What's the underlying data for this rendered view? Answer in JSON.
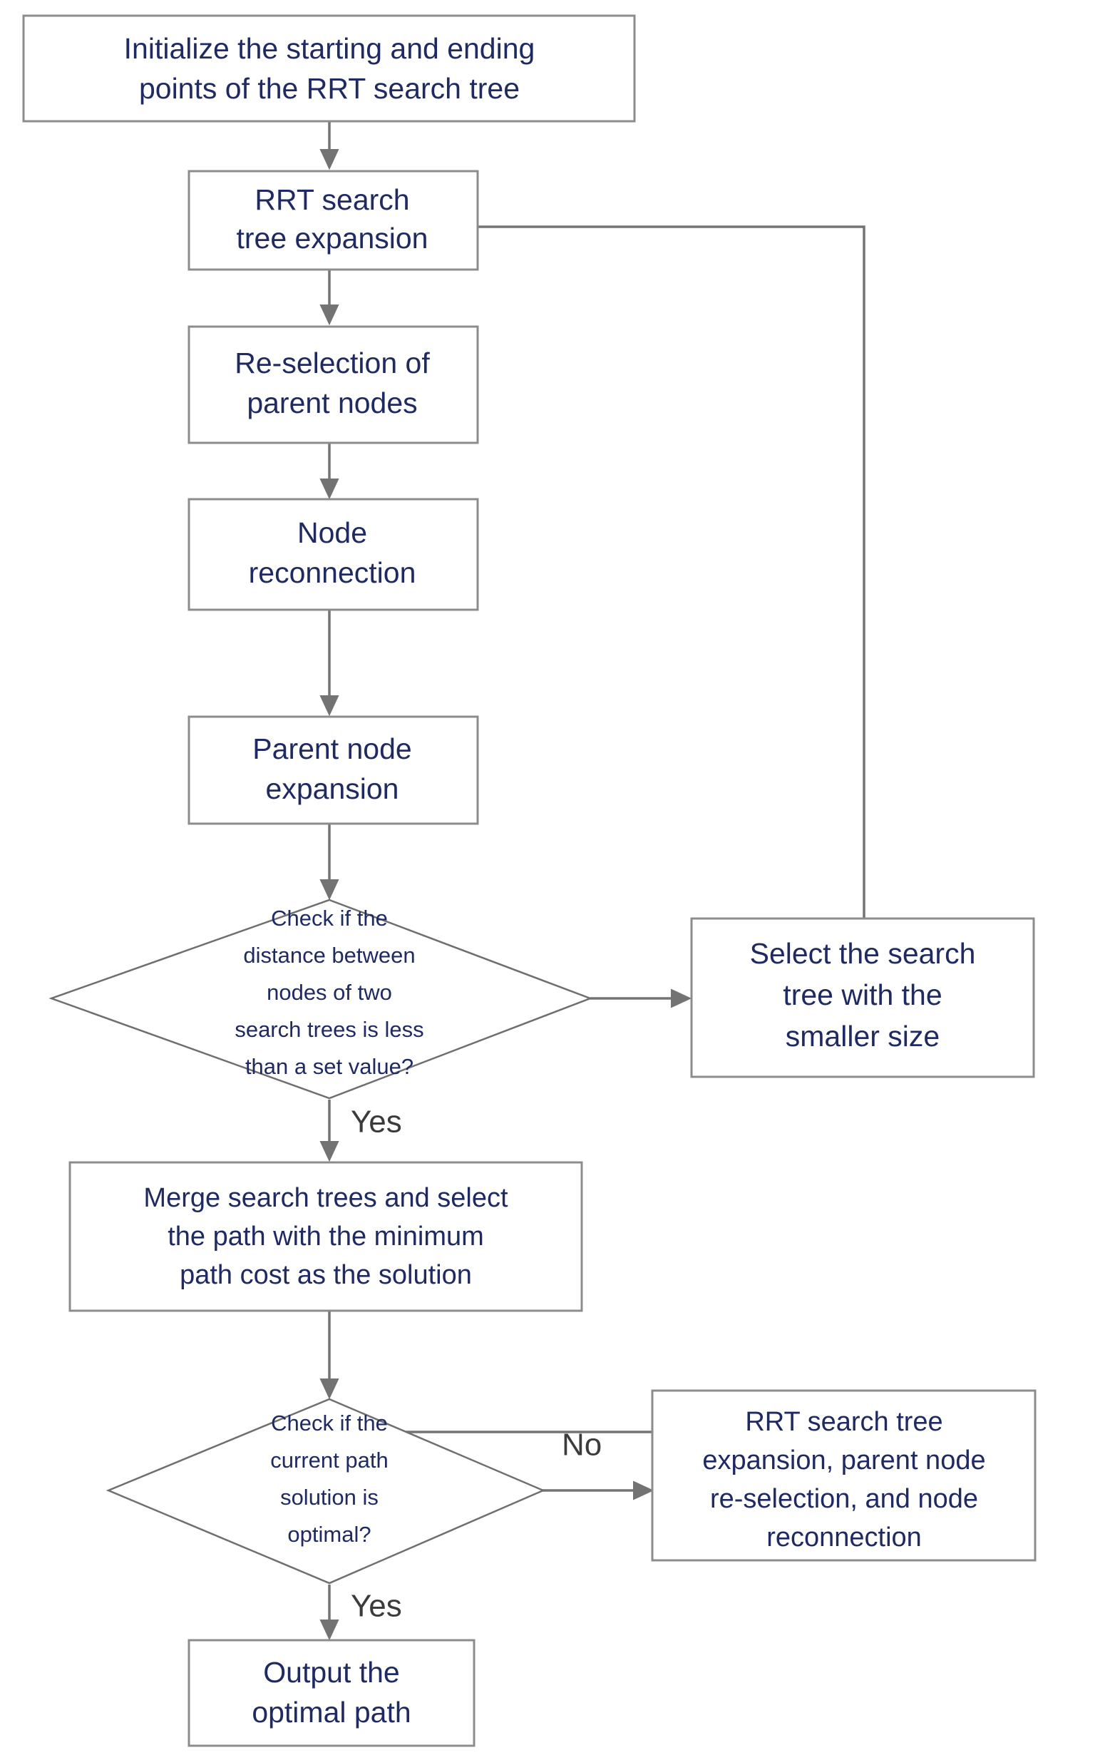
{
  "diagram": {
    "title": "Bidirectional RRT* path planning flowchart",
    "colors": {
      "text": "#1f2a63",
      "box_border": "#8c8c8c",
      "edge": "#737373",
      "label": "#3b3b3b",
      "background": "#ffffff"
    },
    "nodes": [
      {
        "id": "initialize",
        "shape": "process",
        "lines": [
          "Initialize the starting and ending",
          "points of the RRT search tree"
        ]
      },
      {
        "id": "tree-expansion",
        "shape": "process",
        "lines": [
          "RRT search",
          "tree expansion"
        ]
      },
      {
        "id": "reselect-parent",
        "shape": "process",
        "lines": [
          "Re-selection of",
          "parent nodes"
        ]
      },
      {
        "id": "node-reconnection",
        "shape": "process",
        "lines": [
          "Node",
          "reconnection"
        ]
      },
      {
        "id": "parent-node-expansion",
        "shape": "process",
        "lines": [
          "Parent node",
          "expansion"
        ]
      },
      {
        "id": "distance-check",
        "shape": "decision",
        "lines": [
          "Check if the",
          "distance between",
          "nodes of two",
          "search trees is less",
          "than a set value?"
        ]
      },
      {
        "id": "select-smaller-tree",
        "shape": "process",
        "lines": [
          "Select the search",
          "tree with the",
          "smaller size"
        ]
      },
      {
        "id": "merge-trees",
        "shape": "process",
        "lines": [
          "Merge search trees and select",
          "the path with the minimum",
          "path cost as the solution"
        ]
      },
      {
        "id": "optimal-check",
        "shape": "decision",
        "lines": [
          "Check if the",
          "current path",
          "solution is",
          "optimal?"
        ]
      },
      {
        "id": "reexpand",
        "shape": "process",
        "lines": [
          "RRT search tree",
          "expansion, parent node",
          "re-selection, and node",
          "reconnection"
        ]
      },
      {
        "id": "output-path",
        "shape": "process",
        "lines": [
          "Output the",
          "optimal path"
        ]
      }
    ],
    "edge_labels": {
      "distance_yes": "Yes",
      "optimal_no": "No",
      "optimal_yes": "Yes"
    }
  }
}
